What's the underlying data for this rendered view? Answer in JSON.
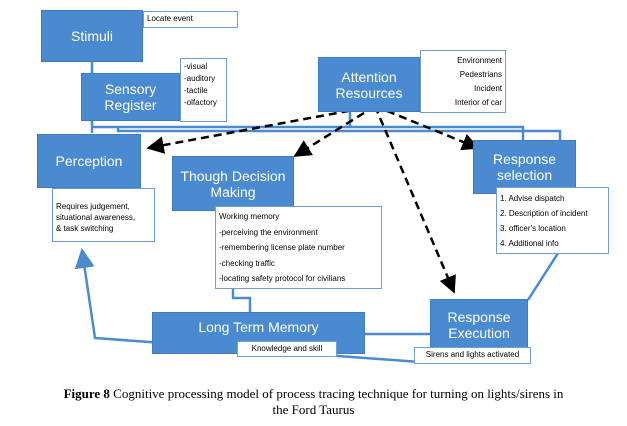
{
  "blocks": {
    "stimuli": "Stimuli",
    "sensory_line1": "Sensory",
    "sensory_line2": "Register",
    "attention_line1": "Attention",
    "attention_line2": "Resources",
    "perception": "Perception",
    "decision_line1": "Though Decision",
    "decision_line2": "Making",
    "response_selection_line1": "Response",
    "response_selection_line2": "selection",
    "long_term_memory": "Long Term Memory",
    "response_execution_line1": "Response",
    "response_execution_line2": "Execution"
  },
  "notes": {
    "stimuli": "Locate event",
    "sensory": [
      "-visual",
      "-auditory",
      "-tactile",
      "-olfactory"
    ],
    "attention": [
      "Environment",
      "Pedestrians",
      "Incident",
      "Interior of car"
    ],
    "perception": [
      "Requires judgement,",
      "situational awareness,",
      "& task switching"
    ],
    "working_memory": [
      "Working memory",
      "-perceiving the environment",
      "-remembering license plate number",
      "-checking traffic",
      "-locating safety protocol for civilians"
    ],
    "response_selection": [
      "1. Advise dispatch",
      "2. Description of incident",
      "3. officer's location",
      "4. Additional info"
    ],
    "long_term_memory": "Knowledge and skill",
    "response_execution": "Sirens and lights activated"
  },
  "caption": {
    "label": "Figure 8",
    "line1": " Cognitive processing model of process tracing technique for turning on lights/sirens in",
    "line2": "the Ford Taurus"
  },
  "colors": {
    "block_fill": "#4a8ad1",
    "connector": "#4a8ad1",
    "arrow": "#000000"
  }
}
